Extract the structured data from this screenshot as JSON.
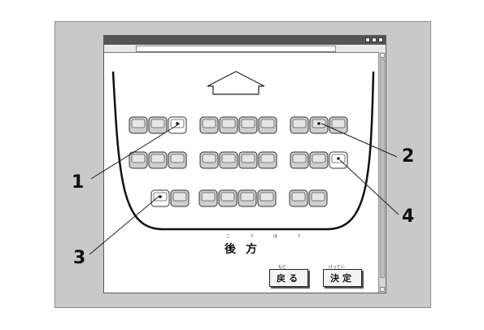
{
  "screen": {
    "rear_label": "後方",
    "rear_ruby": [
      "こう",
      "ほう"
    ],
    "back_button": {
      "label": "戻る",
      "ruby": "もど"
    },
    "confirm_button": {
      "label": "決定",
      "ruby": "けってい"
    }
  },
  "callouts": [
    "1",
    "2",
    "3",
    "4"
  ],
  "seat_rows": [
    {
      "groups": [
        3,
        4,
        3
      ],
      "selected": [
        2
      ],
      "marked": [
        2,
        8
      ]
    },
    {
      "groups": [
        3,
        4,
        3
      ],
      "selected": [
        9
      ],
      "marked": [
        9
      ]
    },
    {
      "groups": [
        2,
        4,
        2
      ],
      "selected": [
        0
      ],
      "marked": [
        0
      ]
    }
  ],
  "icons": {
    "front_arrow": "up-arrow-icon"
  }
}
